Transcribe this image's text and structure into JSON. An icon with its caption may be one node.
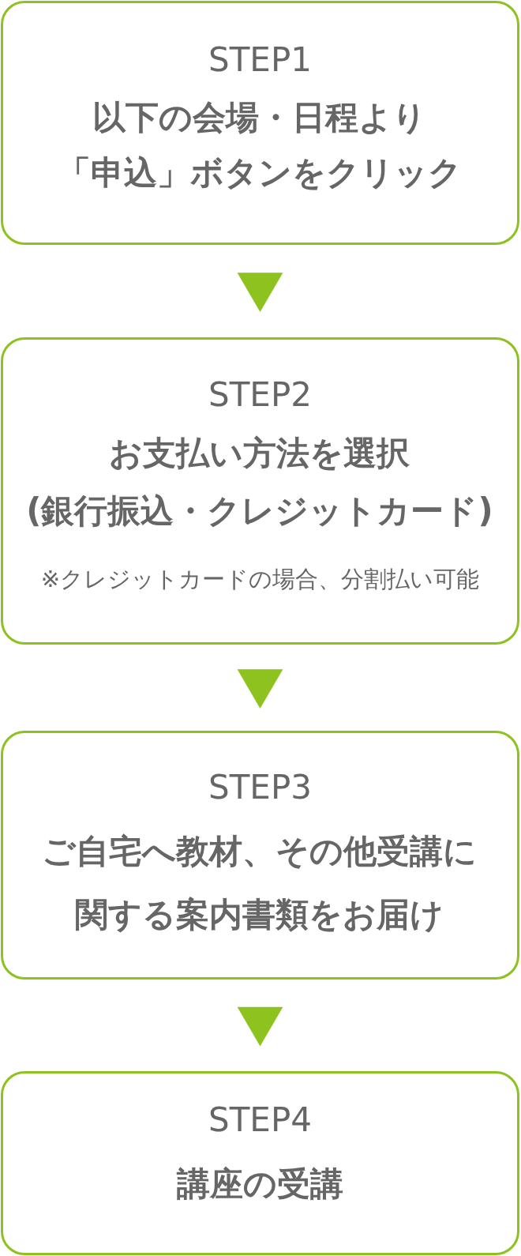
{
  "diagram": {
    "nodes": [
      {
        "text": [
          "STEP1",
          "以下の会場・日程より「申込」ボタンをクリック"
        ]
      },
      {
        "text": [
          "STEP2",
          "お支払い方法を選択(銀行振込・クレジットカード)",
          "※クレジットカードの場合、分割払い可能"
        ]
      },
      {
        "text": [
          "STEP3",
          "ご自宅へ教材、その他受講に関する案内書類をお届け"
        ]
      },
      {
        "text": [
          "STEP4",
          "講座の受講"
        ]
      }
    ],
    "edges": [
      {
        "from": 0,
        "to": 1,
        "arrow": "to"
      },
      {
        "from": 1,
        "to": 2,
        "arrow": "to"
      },
      {
        "from": 2,
        "to": 3,
        "arrow": "to"
      }
    ]
  }
}
